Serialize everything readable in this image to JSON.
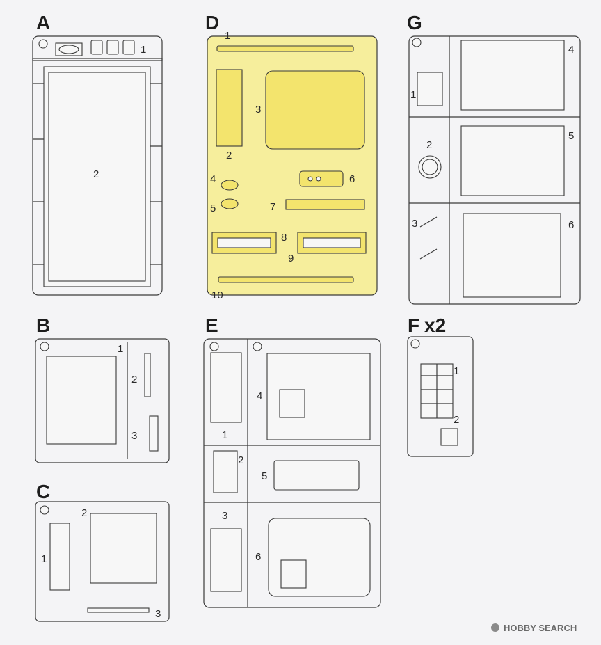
{
  "sheet": {
    "runners": [
      {
        "id": "A",
        "title": "A",
        "parts": [
          "1",
          "2"
        ]
      },
      {
        "id": "D",
        "title": "D",
        "color": "#f3e46d",
        "parts": [
          "1",
          "2",
          "3",
          "4",
          "5",
          "6",
          "7",
          "8",
          "9",
          "10"
        ]
      },
      {
        "id": "G",
        "title": "G",
        "parts": [
          "1",
          "2",
          "3",
          "4",
          "5",
          "6"
        ]
      },
      {
        "id": "B",
        "title": "B",
        "parts": [
          "1",
          "2",
          "3"
        ]
      },
      {
        "id": "E",
        "title": "E",
        "parts": [
          "1",
          "2",
          "3",
          "4",
          "5",
          "6"
        ]
      },
      {
        "id": "F",
        "title": "F",
        "multiplier": "x2",
        "parts": [
          "1",
          "2"
        ]
      },
      {
        "id": "C",
        "title": "C",
        "parts": [
          "1",
          "2",
          "3"
        ]
      }
    ]
  },
  "watermark": {
    "icon": "hobby-search-logo-icon",
    "text": "HOBBY SEARCH"
  }
}
